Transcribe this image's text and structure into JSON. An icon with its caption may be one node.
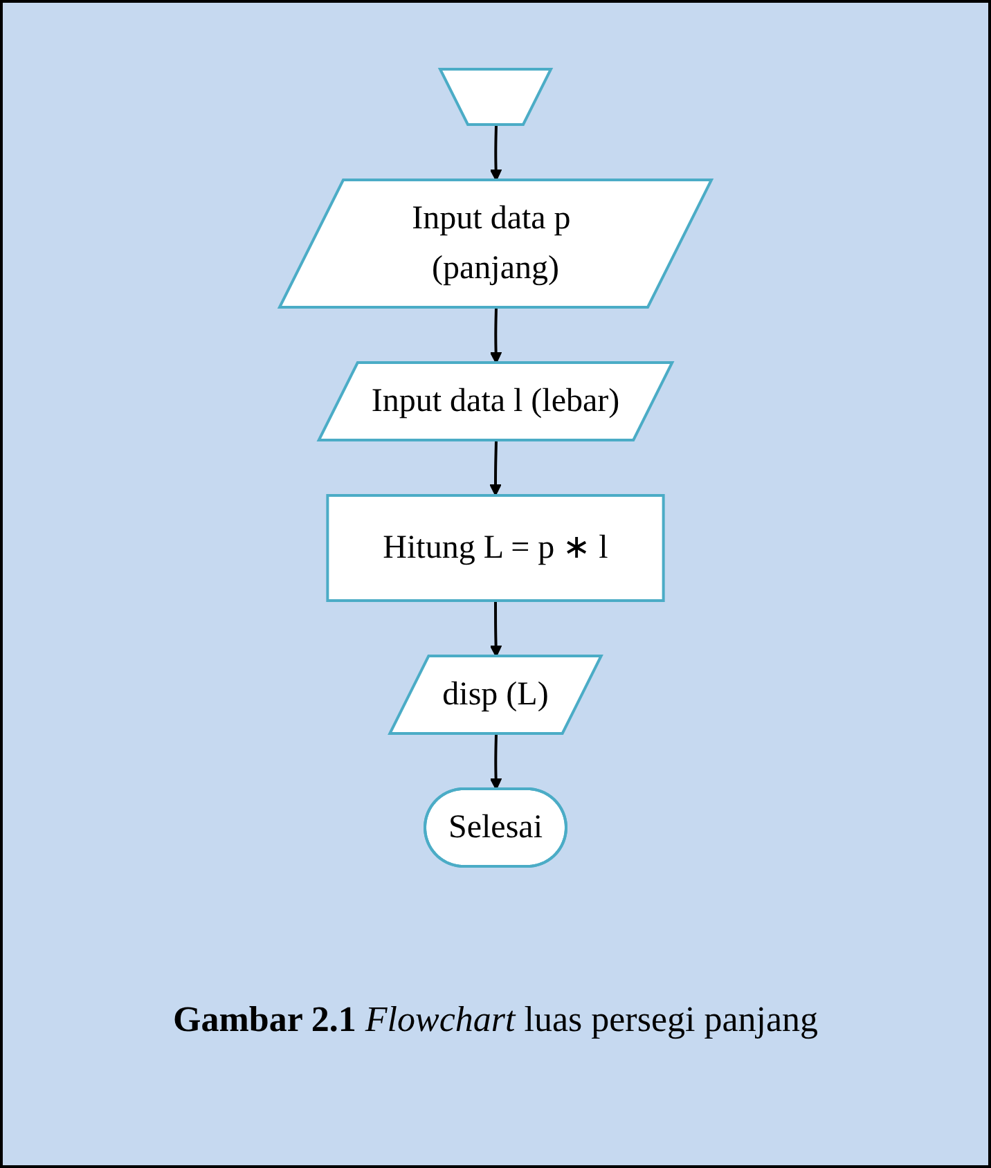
{
  "diagram": {
    "caption": "**Gambar 2.1** *Flowchart* luas persegi panjang",
    "nodes": [
      {
        "text": [],
        "shape": "pentagon"
      },
      {
        "text": [
          "Input data p (panjang)"
        ]
      },
      {
        "text": [
          "Input data l (lebar)"
        ]
      },
      {
        "text": [
          "Hitung L = p ∗ l"
        ]
      },
      {
        "text": [
          "disp (L)"
        ]
      },
      {
        "text": [
          "Selesai"
        ]
      }
    ],
    "edges": [
      {
        "from": 0,
        "to": 1,
        "arrow": "to"
      },
      {
        "from": 1,
        "to": 2,
        "arrow": "to"
      },
      {
        "from": 2,
        "to": 3,
        "arrow": "to"
      },
      {
        "from": 3,
        "to": 4,
        "arrow": "to"
      },
      {
        "from": 4,
        "to": 5,
        "arrow": "to"
      }
    ]
  }
}
